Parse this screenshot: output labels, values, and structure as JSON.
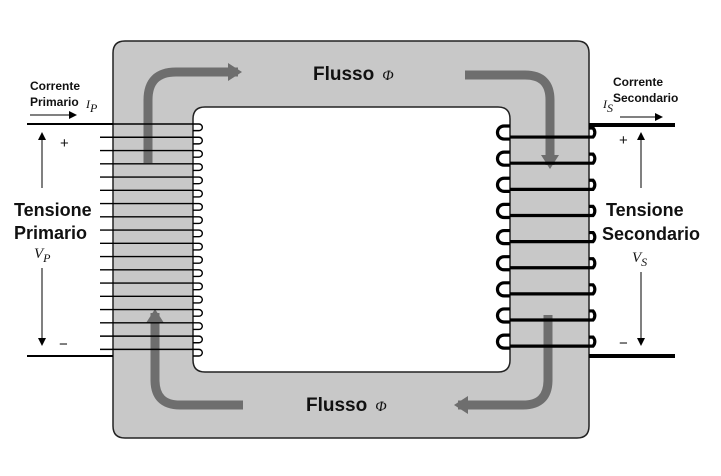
{
  "flux_top": {
    "text": "Flusso",
    "symbol": "Φ"
  },
  "flux_bottom": {
    "text": "Flusso",
    "symbol": "Φ"
  },
  "primary": {
    "current_line1": "Corrente",
    "current_line2": "Primario",
    "current_symbol": "I",
    "current_sub": "P",
    "voltage_line1": "Tensione",
    "voltage_line2": "Primario",
    "voltage_symbol": "V",
    "voltage_sub": "P",
    "plus": "+",
    "minus": "−",
    "turns": 18
  },
  "secondary": {
    "current_line1": "Corrente",
    "current_line2": "Secondario",
    "current_symbol": "I",
    "current_sub": "S",
    "voltage_line1": "Tensione",
    "voltage_line2": "Secondario",
    "voltage_symbol": "V",
    "voltage_sub": "S",
    "plus": "+",
    "minus": "−",
    "turns": 9
  },
  "colors": {
    "core_fill": "#c8c8c8",
    "core_stroke": "#222222",
    "flux_arrow": "#6e6e6e",
    "wire": "#000000"
  }
}
